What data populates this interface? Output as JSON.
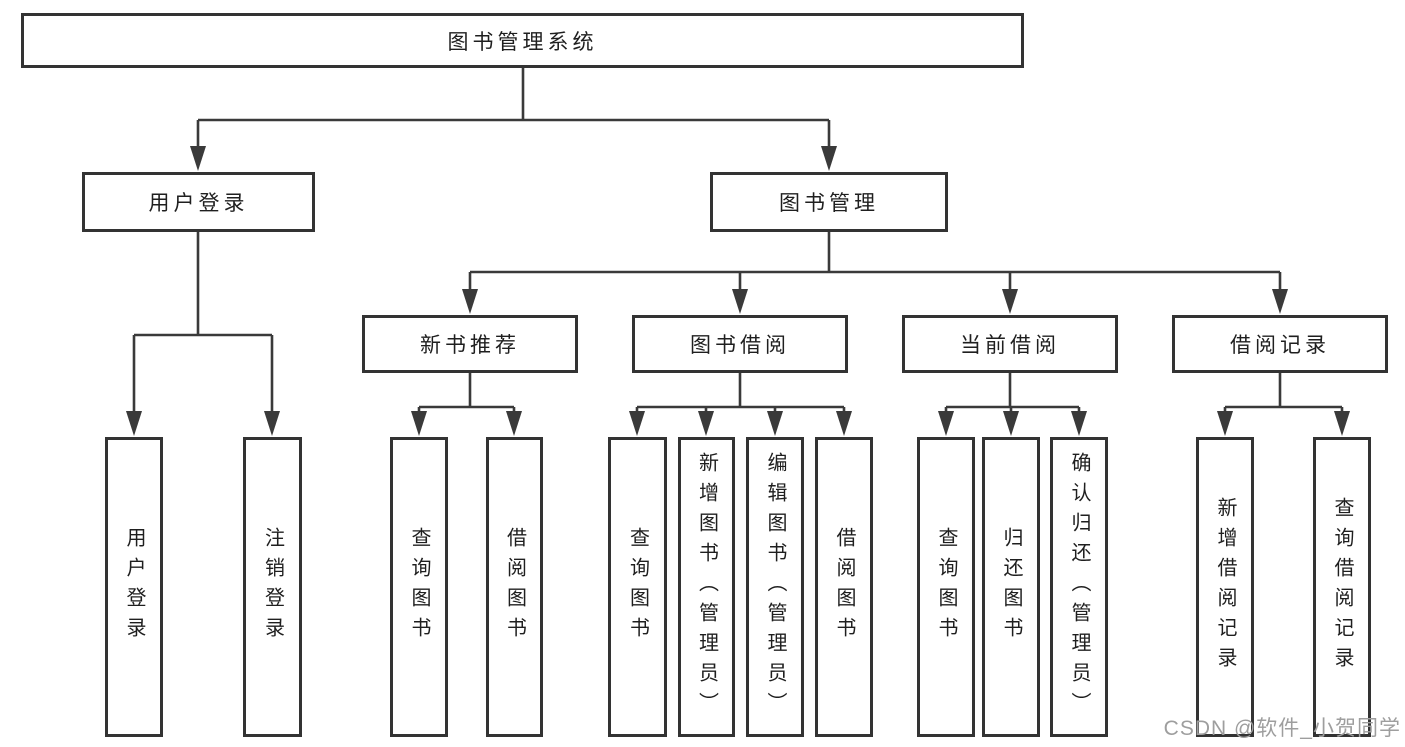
{
  "diagram": {
    "root": {
      "label": "图书管理系统"
    },
    "branches": [
      {
        "label": "用户登录",
        "children": [
          {
            "label": "用户登录"
          },
          {
            "label": "注销登录"
          }
        ]
      },
      {
        "label": "图书管理",
        "children": [
          {
            "label": "新书推荐",
            "children": [
              {
                "label": "查询图书"
              },
              {
                "label": "借阅图书"
              }
            ]
          },
          {
            "label": "图书借阅",
            "children": [
              {
                "label": "查询图书"
              },
              {
                "label": "新增图书（管理员）"
              },
              {
                "label": "编辑图书（管理员）"
              },
              {
                "label": "借阅图书"
              }
            ]
          },
          {
            "label": "当前借阅",
            "children": [
              {
                "label": "查询图书"
              },
              {
                "label": "归还图书"
              },
              {
                "label": "确认归还（管理员）"
              }
            ]
          },
          {
            "label": "借阅记录",
            "children": [
              {
                "label": "新增借阅记录"
              },
              {
                "label": "查询借阅记录"
              }
            ]
          }
        ]
      }
    ]
  },
  "watermark": {
    "text": "CSDN @软件_小贺同学"
  },
  "colors": {
    "line": "#3a3a3a",
    "box_border": "#333333",
    "text": "#1f1f1f",
    "watermark": "#9e9e9e",
    "background": "#ffffff"
  }
}
